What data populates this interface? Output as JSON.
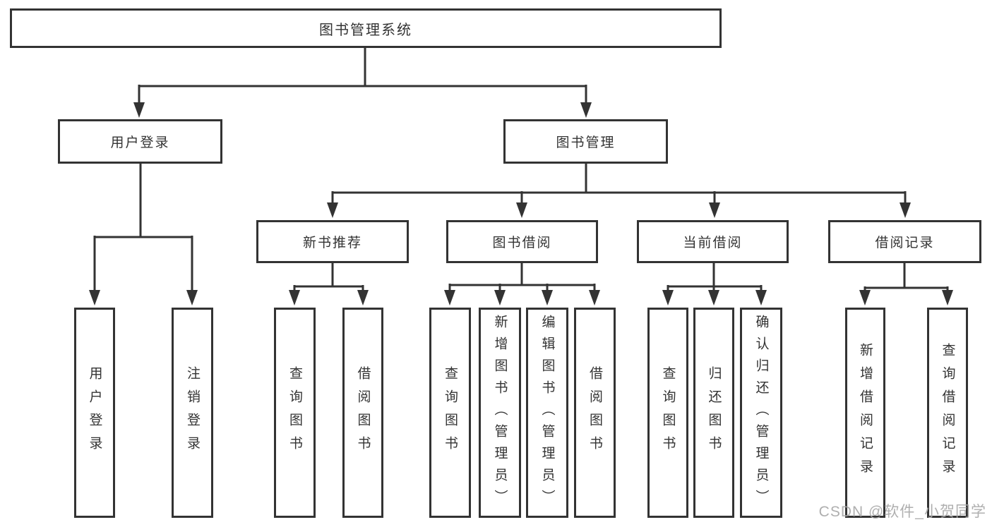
{
  "diagram": {
    "title": "图书管理系统",
    "tree": {
      "label": "图书管理系统",
      "children": [
        {
          "label": "用户登录",
          "children": [
            {
              "label": "用户登录"
            },
            {
              "label": "注销登录"
            }
          ]
        },
        {
          "label": "图书管理",
          "children": [
            {
              "label": "新书推荐",
              "children": [
                {
                  "label": "查询图书"
                },
                {
                  "label": "借阅图书"
                }
              ]
            },
            {
              "label": "图书借阅",
              "children": [
                {
                  "label": "查询图书"
                },
                {
                  "label": "新增图书（管理员）"
                },
                {
                  "label": "编辑图书（管理员）"
                },
                {
                  "label": "借阅图书"
                }
              ]
            },
            {
              "label": "当前借阅",
              "children": [
                {
                  "label": "查询图书"
                },
                {
                  "label": "归还图书"
                },
                {
                  "label": "确认归还（管理员）"
                }
              ]
            },
            {
              "label": "借阅记录",
              "children": [
                {
                  "label": "新增借阅记录"
                },
                {
                  "label": "查询借阅记录"
                }
              ]
            }
          ]
        }
      ]
    }
  },
  "watermark": {
    "text": "CSDN @软件_小贺同学",
    "color": "#a8a8a8"
  },
  "colors": {
    "line": "#333333",
    "text": "#333333",
    "background": "#ffffff"
  }
}
